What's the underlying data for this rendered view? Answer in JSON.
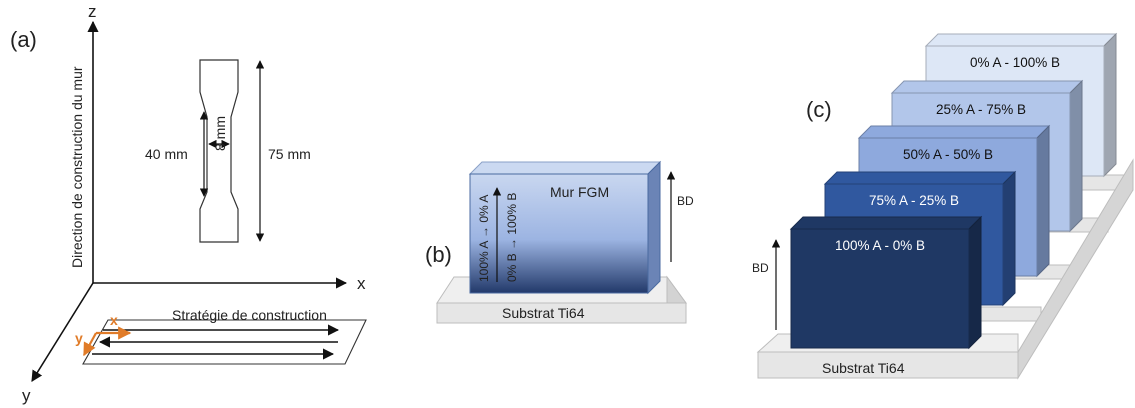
{
  "panel_a": {
    "label": "(a)",
    "axis_z": "z",
    "axis_x": "x",
    "axis_y": "y",
    "axis_title": "Direction de construction du mur",
    "dim_gauge_width": "8 mm",
    "dim_gauge_length": "40 mm",
    "dim_total_length": "75 mm",
    "strategy_label": "Stratégie de construction",
    "strategy_x": "x",
    "strategy_y": "y",
    "accent_color": "#e07b28"
  },
  "panel_b": {
    "label": "(b)",
    "wall_label": "Mur FGM",
    "grad_a": "100% A → 0% A",
    "grad_b": "0% B → 100% B",
    "bd": "BD",
    "substrate": "Substrat Ti64"
  },
  "panel_c": {
    "label": "(c)",
    "walls": [
      {
        "label": "0% A - 100% B",
        "color": "#dde7f6"
      },
      {
        "label": "25% A - 75% B",
        "color": "#b2c6ea"
      },
      {
        "label": "50% A - 50% B",
        "color": "#8ea9dd"
      },
      {
        "label": "75% A - 25% B",
        "color": "#30589f"
      },
      {
        "label": "100% A - 0% B",
        "color": "#1f3864"
      }
    ],
    "bd": "BD",
    "substrate": "Substrat Ti64"
  }
}
